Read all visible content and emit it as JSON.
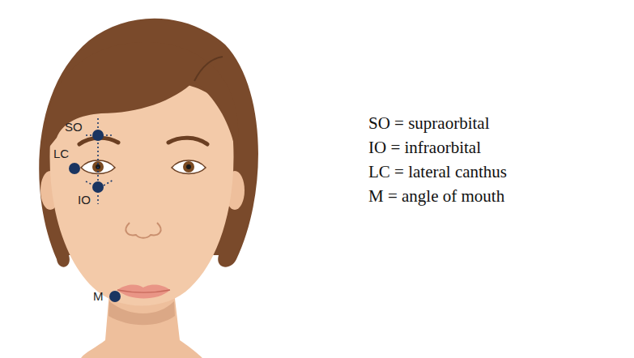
{
  "diagram": {
    "labels": [
      "SO",
      "LC",
      "IO",
      "M",
      "SO = supraorbital",
      "IO = infraorbital",
      "LC = lateral canthus",
      "M = angle of mouth"
    ]
  }
}
